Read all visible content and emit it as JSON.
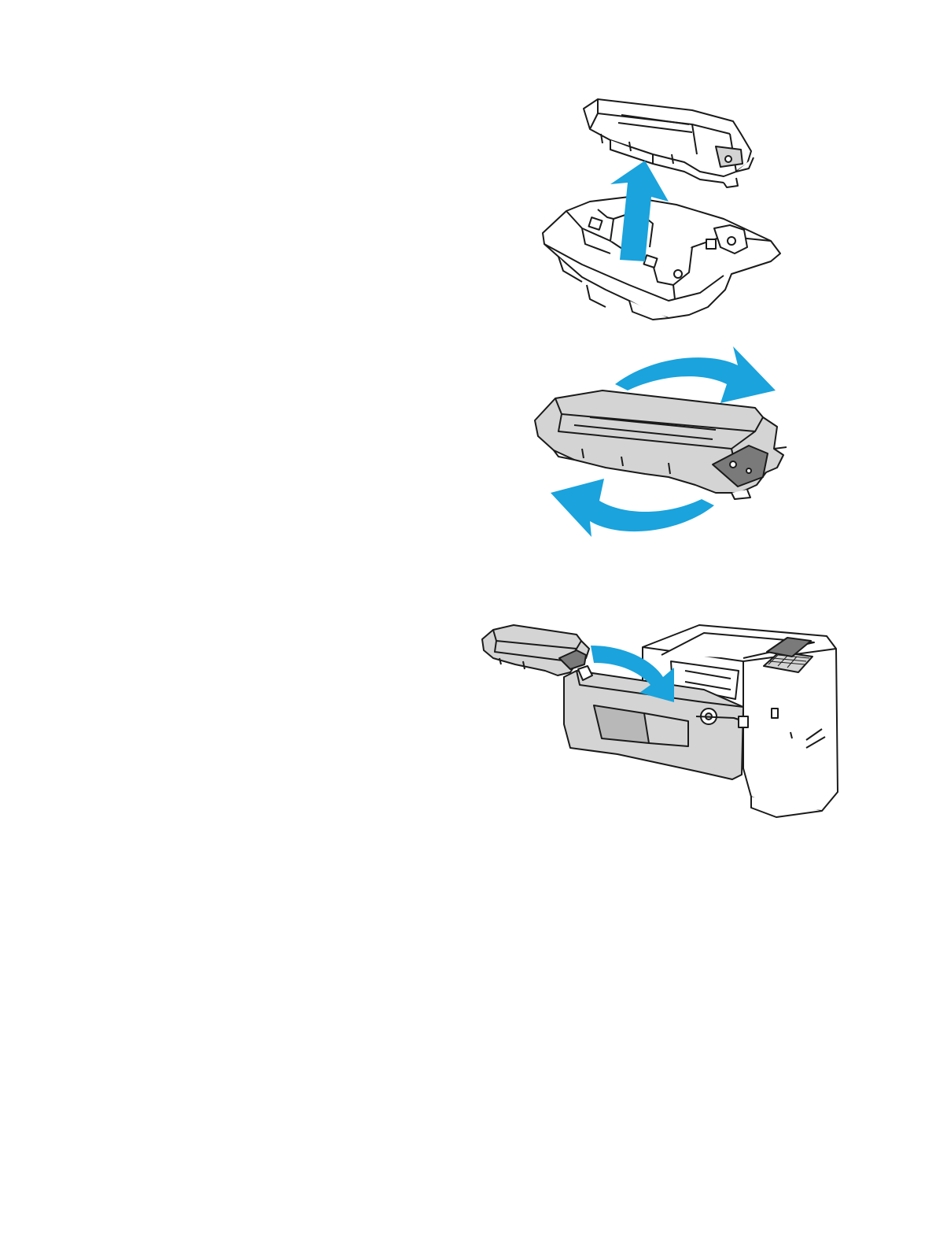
{
  "colors": {
    "accent_arrow": "#1aa3dc",
    "line_art": "#1a1a1a",
    "shade_light": "#d4d4d4",
    "shade_mid": "#b8b8b8",
    "shade_dark": "#7a7a7a",
    "background": "#ffffff"
  },
  "illustrations": [
    {
      "name": "remove-cartridge-from-packaging",
      "arrow": "up-arrow-icon"
    },
    {
      "name": "rock-cartridge-to-distribute-toner",
      "arrow": "rotate-arrows-icon"
    },
    {
      "name": "insert-cartridge-into-printer",
      "arrow": "insert-arrow-icon"
    }
  ]
}
